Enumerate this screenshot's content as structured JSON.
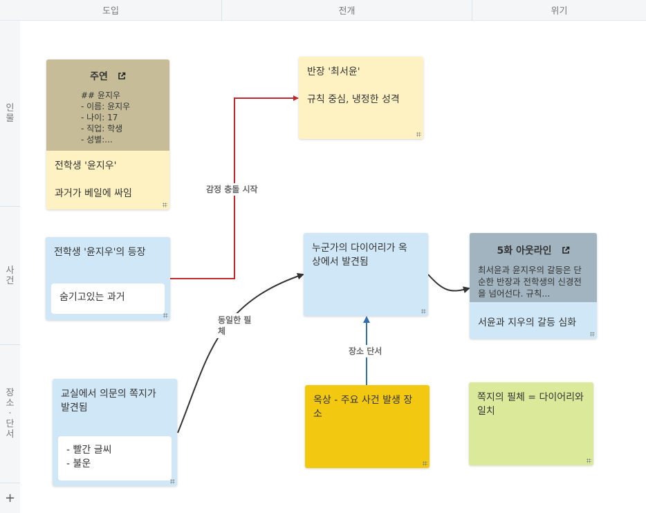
{
  "columns": [
    "도입",
    "전개",
    "위기"
  ],
  "rows": [
    "인물",
    "사건",
    "장소·단서"
  ],
  "add_row_label": "+",
  "cards": {
    "protagonist": {
      "embed_title": "주연",
      "embed_md": "## 윤지우\n- 이름: 윤지우\n- 나이: 17\n- 직업: 학생\n- 성별:...",
      "text": "전학생 '윤지우'\n\n과거가 베일에 싸임"
    },
    "president": {
      "text": "반장 '최서윤'\n\n규칙 중심, 냉정한 성격"
    },
    "arrival": {
      "text": "전학생 '윤지우'의 등장",
      "inner": "숨기고있는 과거"
    },
    "diary": {
      "text": "누군가의 다이어리가 옥\n상에서 발견됨"
    },
    "outline": {
      "embed_title": "5화 아웃라인",
      "embed_md": "최서윤과 윤지우의 갈등은 단\n순한 반장과 전학생의 신경전\n을 넘어선다. 규칙...",
      "text": "서윤과 지우의 갈등 심화"
    },
    "note": {
      "text": "교실에서 의문의 쪽지가\n발견됨",
      "inner": "- 빨간 글씨\n- 불운"
    },
    "rooftop": {
      "text": "옥상 - 주요 사건 발생 장\n소"
    },
    "handwriting": {
      "text": "쪽지의 필체 = 다이어리와\n일치"
    }
  },
  "edges": {
    "conflict_label": "감정 충돌 시작",
    "handwriting_label_1": "동일한 필",
    "handwriting_label_2": "체",
    "place_clue_label": "장소 단서"
  },
  "colors": {
    "yellow": "#fff2c2",
    "blue": "#cfe7f6",
    "gold": "#f2c811",
    "green": "#dbe99b",
    "embed_tan": "#c6bd98",
    "embed_slate": "#a1b4c0",
    "red_edge": "#c0282d",
    "blue_edge": "#2f6fb0"
  }
}
